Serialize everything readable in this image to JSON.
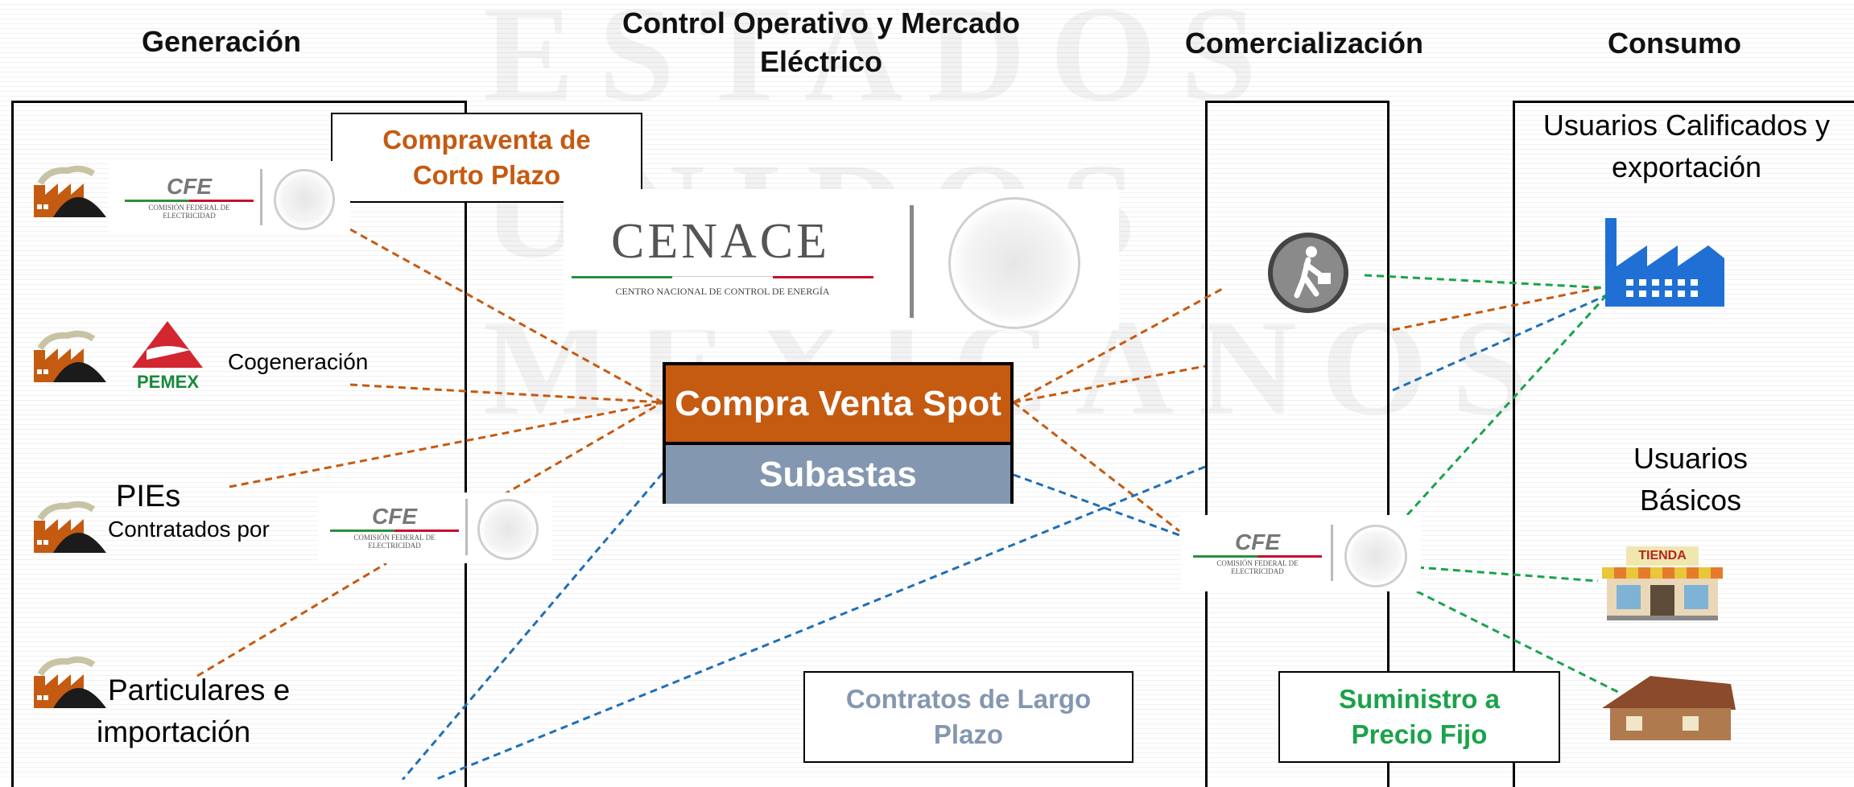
{
  "headers": {
    "generacion": "Generación",
    "control": "Control Operativo y Mercado Eléctrico",
    "comercializacion": "Comercialización",
    "consumo": "Consumo"
  },
  "boxes": {
    "corto_plazo": "Compraventa de Corto Plazo",
    "spot": "Compra Venta Spot",
    "subastas": "Subastas",
    "largo_plazo": "Contratos de Largo Plazo",
    "precio_fijo": "Suministro a Precio Fijo"
  },
  "generators": {
    "cogeneracion": "Cogeneración",
    "pies": "PIEs",
    "contratados": "Contratados por",
    "particulares": "Particulares e importación"
  },
  "logos": {
    "cfe_word": "CFE",
    "cfe_sub": "COMISIÓN FEDERAL DE ELECTRICIDAD",
    "pemex": "PEMEX",
    "cenace": "CENACE",
    "cenace_sub": "CENTRO NACIONAL DE CONTROL DE ENERGÍA",
    "tienda": "TIENDA"
  },
  "consumers": {
    "calificados": "Usuarios Calificados y exportación",
    "basicos": "Usuarios Básicos"
  },
  "colors": {
    "orange": "#c55a11",
    "blue": "#1f6fb5",
    "green": "#1aa34a",
    "gray_blue": "#8497b0"
  }
}
